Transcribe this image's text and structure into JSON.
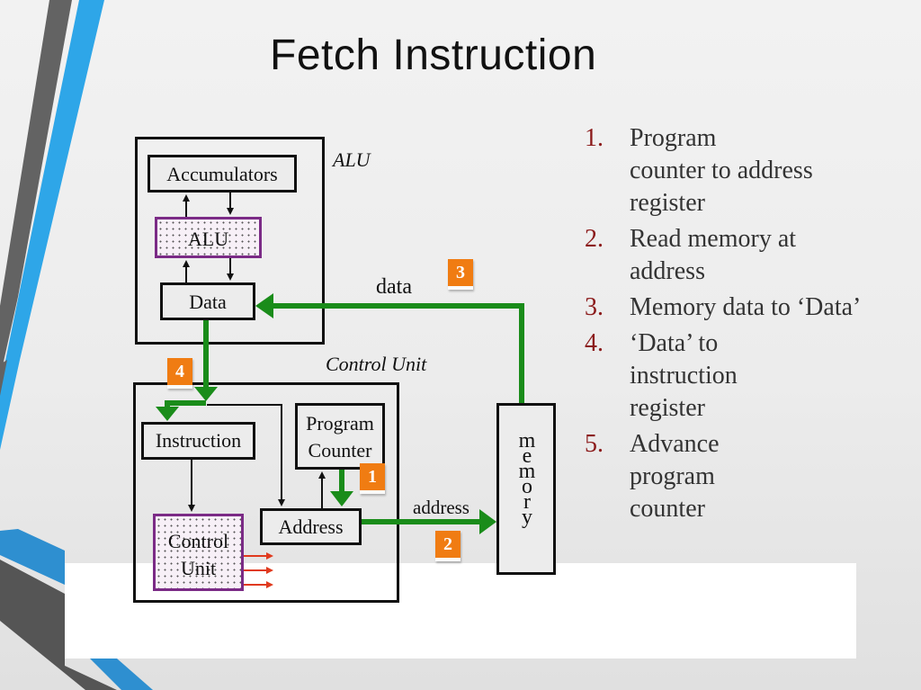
{
  "title": "Fetch Instruction",
  "diagram": {
    "alu_group_label": "ALU",
    "control_group_label": "Control Unit",
    "blocks": {
      "accumulators": "Accumulators",
      "alu": "ALU",
      "data": "Data",
      "instruction": "Instruction",
      "program_counter_line1": "Program",
      "program_counter_line2": "Counter",
      "address": "Address",
      "control_unit_line1": "Control",
      "control_unit_line2": "Unit",
      "memory_letters": [
        "m",
        "e",
        "m",
        "o",
        "r",
        "y"
      ]
    },
    "bus_labels": {
      "data": "data",
      "address": "address"
    },
    "badges": [
      "1",
      "2",
      "3",
      "4"
    ],
    "colors": {
      "bus": "#1a8c1a",
      "badge": "#f07c12",
      "control_signals": "#e03a1e",
      "highlight_border": "#7b2b86",
      "step_number": "#8b1a1a"
    }
  },
  "steps": [
    {
      "num": "1.",
      "lines": [
        "Program",
        "counter to  address",
        "register"
      ]
    },
    {
      "num": "2.",
      "lines": [
        "Read memory at",
        "address"
      ]
    },
    {
      "num": "3.",
      "lines": [
        "Memory data to  ‘Data’"
      ]
    },
    {
      "num": "4.",
      "lines": [
        "‘Data’ to",
        "instruction",
        "register"
      ]
    },
    {
      "num": "5.",
      "lines": [
        "Advance",
        "program",
        "counter"
      ]
    }
  ]
}
